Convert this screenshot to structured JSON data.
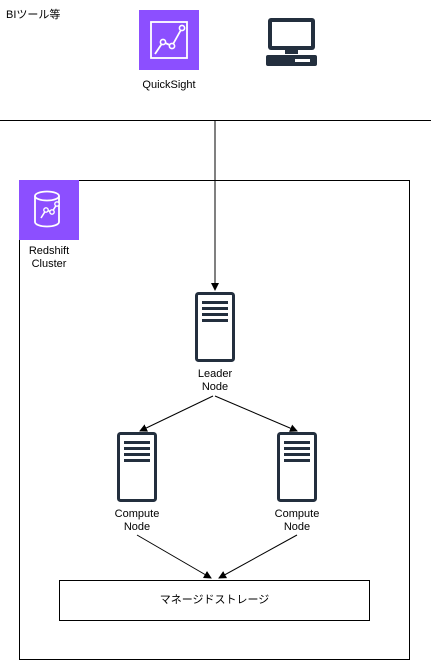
{
  "bi_group": {
    "title": "BIツール等"
  },
  "quicksight": {
    "label": "QuickSight",
    "icon": "quicksight-icon",
    "tile_color": "#8C4FFF"
  },
  "client": {
    "icon": "desktop-computer-icon"
  },
  "cluster": {
    "label": "Redshift\nCluster",
    "icon": "redshift-icon",
    "tile_color": "#8C4FFF"
  },
  "leader_node": {
    "label": "Leader\nNode",
    "icon": "server-icon"
  },
  "compute_nodes": [
    {
      "label": "Compute\nNode",
      "icon": "server-icon"
    },
    {
      "label": "Compute\nNode",
      "icon": "server-icon"
    }
  ],
  "managed_storage": {
    "label": "マネージドストレージ"
  },
  "colors": {
    "stroke": "#000000",
    "icon_dark": "#232F3E",
    "aws_purple": "#8C4FFF"
  }
}
